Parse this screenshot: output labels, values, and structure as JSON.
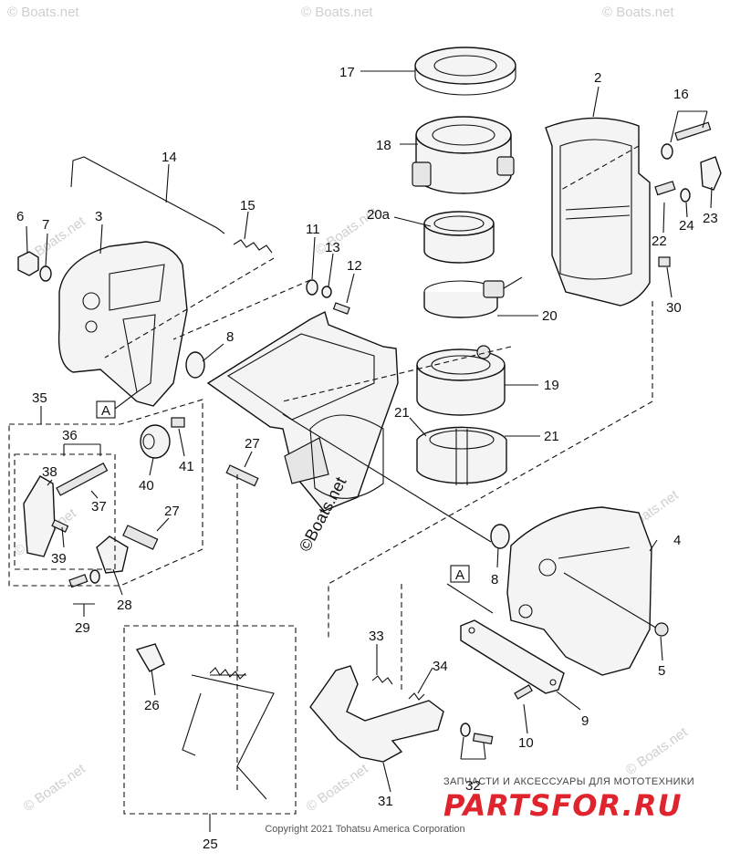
{
  "watermark": "© Boats.net",
  "side_watermark": "©Boats.net",
  "copyright": "Copyright 2021 Tohatsu America Corporation",
  "brand": {
    "tagline": "ЗАПЧАСТИ И АКСЕССУАРЫ ДЛЯ МОТОТЕХНИКИ",
    "name": "PARTSFOR.RU",
    "color": "#e0242d"
  },
  "callouts": [
    "2",
    "3",
    "4",
    "5",
    "6",
    "7",
    "8",
    "8",
    "9",
    "10",
    "11",
    "12",
    "13",
    "14",
    "15",
    "16",
    "17",
    "18",
    "19",
    "20",
    "20a",
    "21",
    "21",
    "22",
    "23",
    "24",
    "25",
    "26",
    "27",
    "27",
    "28",
    "29",
    "30",
    "31",
    "32",
    "33",
    "34",
    "35",
    "36",
    "37",
    "38",
    "39",
    "40",
    "41"
  ],
  "reference_marks": [
    "A",
    "A"
  ]
}
